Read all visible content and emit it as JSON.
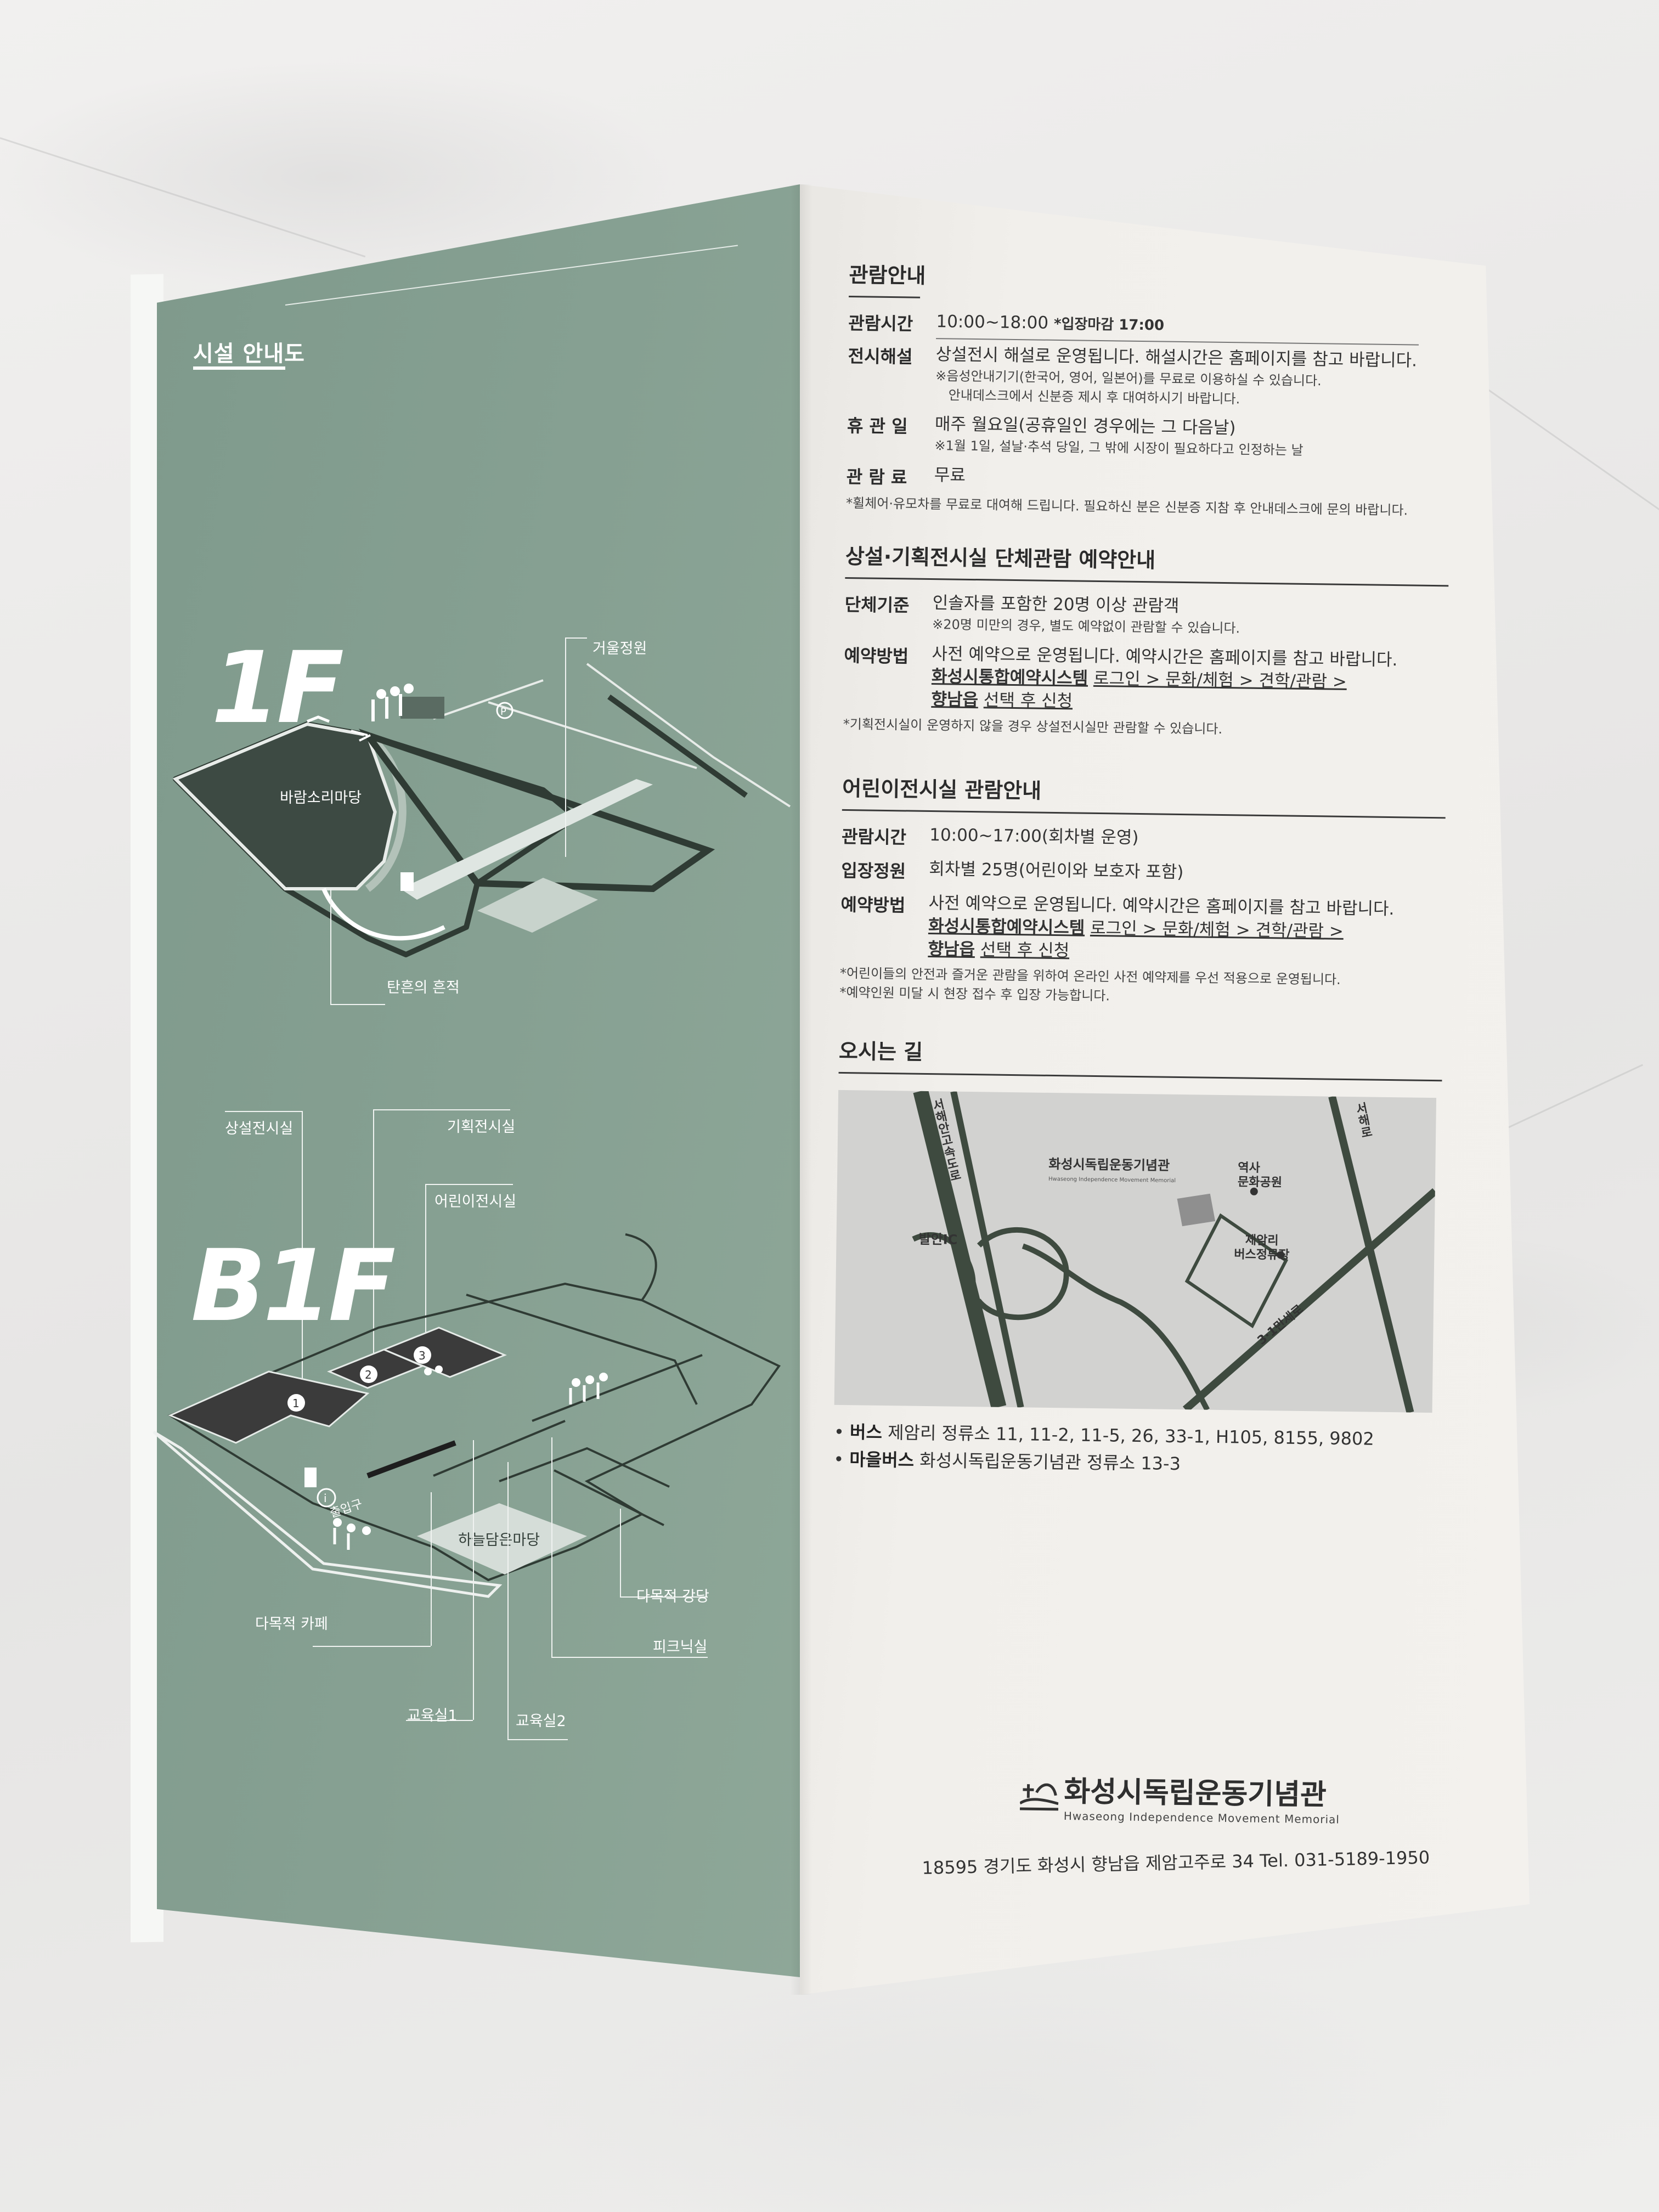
{
  "left": {
    "title": "시설 안내도",
    "floor_1f": "1F",
    "floor_b1f": "B1F",
    "labels_1f": {
      "winter_garden": "거울정원",
      "wind_yard": "바람소리마당",
      "bullet_trace": "탄흔의 흔적"
    },
    "labels_b1f": {
      "permanent": "상설전시실",
      "special": "기획전시실",
      "children": "어린이전시실",
      "sky_yard": "하늘담은마당",
      "cafe": "다목적 카페",
      "hall": "다목적 강당",
      "picnic": "피크닉실",
      "class1": "교육실1",
      "class2": "교육실2",
      "entrance": "출입구",
      "n1": "1",
      "n2": "2",
      "n3": "3"
    }
  },
  "visit": {
    "title": "관람안내",
    "hours_label": "관람시간",
    "hours_value": "10:00~18:00",
    "hours_note": "*입장마감 17:00",
    "guide_label": "전시해설",
    "guide_value": "상설전시 해설로 운영됩니다. 해설시간은 홈페이지를 참고 바랍니다.",
    "guide_note1": "※음성안내기기(한국어, 영어, 일본어)를 무료로 이용하실 수 있습니다.",
    "guide_note2": "안내데스크에서 신분증 제시 후 대여하시기 바랍니다.",
    "closed_label": "휴 관 일",
    "closed_value": "매주 월요일(공휴일인 경우에는 그 다음날)",
    "closed_note": "※1월 1일, 설날·추석 당일, 그 밖에 시장이 필요하다고 인정하는 날",
    "fee_label": "관 람 료",
    "fee_value": "무료",
    "fee_note": "*휠체어·유모차를 무료로 대여해 드립니다. 필요하신 분은 신분증 지참 후 안내데스크에 문의 바랍니다."
  },
  "group": {
    "title": "상설·기획전시실 단체관람 예약안내",
    "std_label": "단체기준",
    "std_value": "인솔자를 포함한 20명 이상 관람객",
    "std_note": "※20명 미만의 경우, 별도 예약없이 관람할 수 있습니다.",
    "res_label": "예약방법",
    "res_value": "사전 예약으로 운영됩니다. 예약시간은 홈페이지를 참고 바랍니다.",
    "res_system": "화성시통합예약시스템",
    "res_path": "로그인 > 문화/체험 > 견학/관람 >",
    "res_town": "향남읍",
    "res_select": "선택 후 신청",
    "note": "*기획전시실이 운영하지 않을 경우 상설전시실만 관람할 수 있습니다."
  },
  "kids": {
    "title": "어린이전시실 관람안내",
    "hours_label": "관람시간",
    "hours_value": "10:00~17:00(회차별 운영)",
    "cap_label": "입장정원",
    "cap_value": "회차별 25명(어린이와 보호자 포함)",
    "res_label": "예약방법",
    "res_value": "사전 예약으로 운영됩니다. 예약시간은 홈페이지를 참고 바랍니다.",
    "res_system": "화성시통합예약시스템",
    "res_path": "로그인 > 문화/체험 > 견학/관람 >",
    "res_town": "향남읍",
    "res_select": "선택 후 신청",
    "note1": "*어린이들의 안전과 즐거운 관람을 위하여 온라인 사전 예약제를 우선 적용으로 운영됩니다.",
    "note2": "*예약인원 미달 시 현장 접수 후 입장 가능합니다."
  },
  "directions": {
    "title": "오시는 길",
    "map": {
      "highway": "서해안고속도로",
      "seohae_ro": "서해로",
      "ic": "발안IC",
      "park": "역사\n문화공원",
      "stop": "제암리\n버스정류장",
      "road": "3·1만세로",
      "memorial_kr": "화성시독립운동기념관",
      "memorial_en": "Hwaseong Independence Movement Memorial"
    },
    "bus_label": "버스",
    "bus_value": "제암리 정류소 11, 11-2, 11-5, 26, 33-1, H105, 8155, 9802",
    "village_label": "마을버스",
    "village_value": "화성시독립운동기념관 정류소 13-3"
  },
  "footer": {
    "logo_kr": "화성시독립운동기념관",
    "logo_en": "Hwaseong Independence Movement Memorial",
    "address": "18595 경기도 화성시 향남읍 제암고주로 34  Tel. 031-5189-1950"
  }
}
